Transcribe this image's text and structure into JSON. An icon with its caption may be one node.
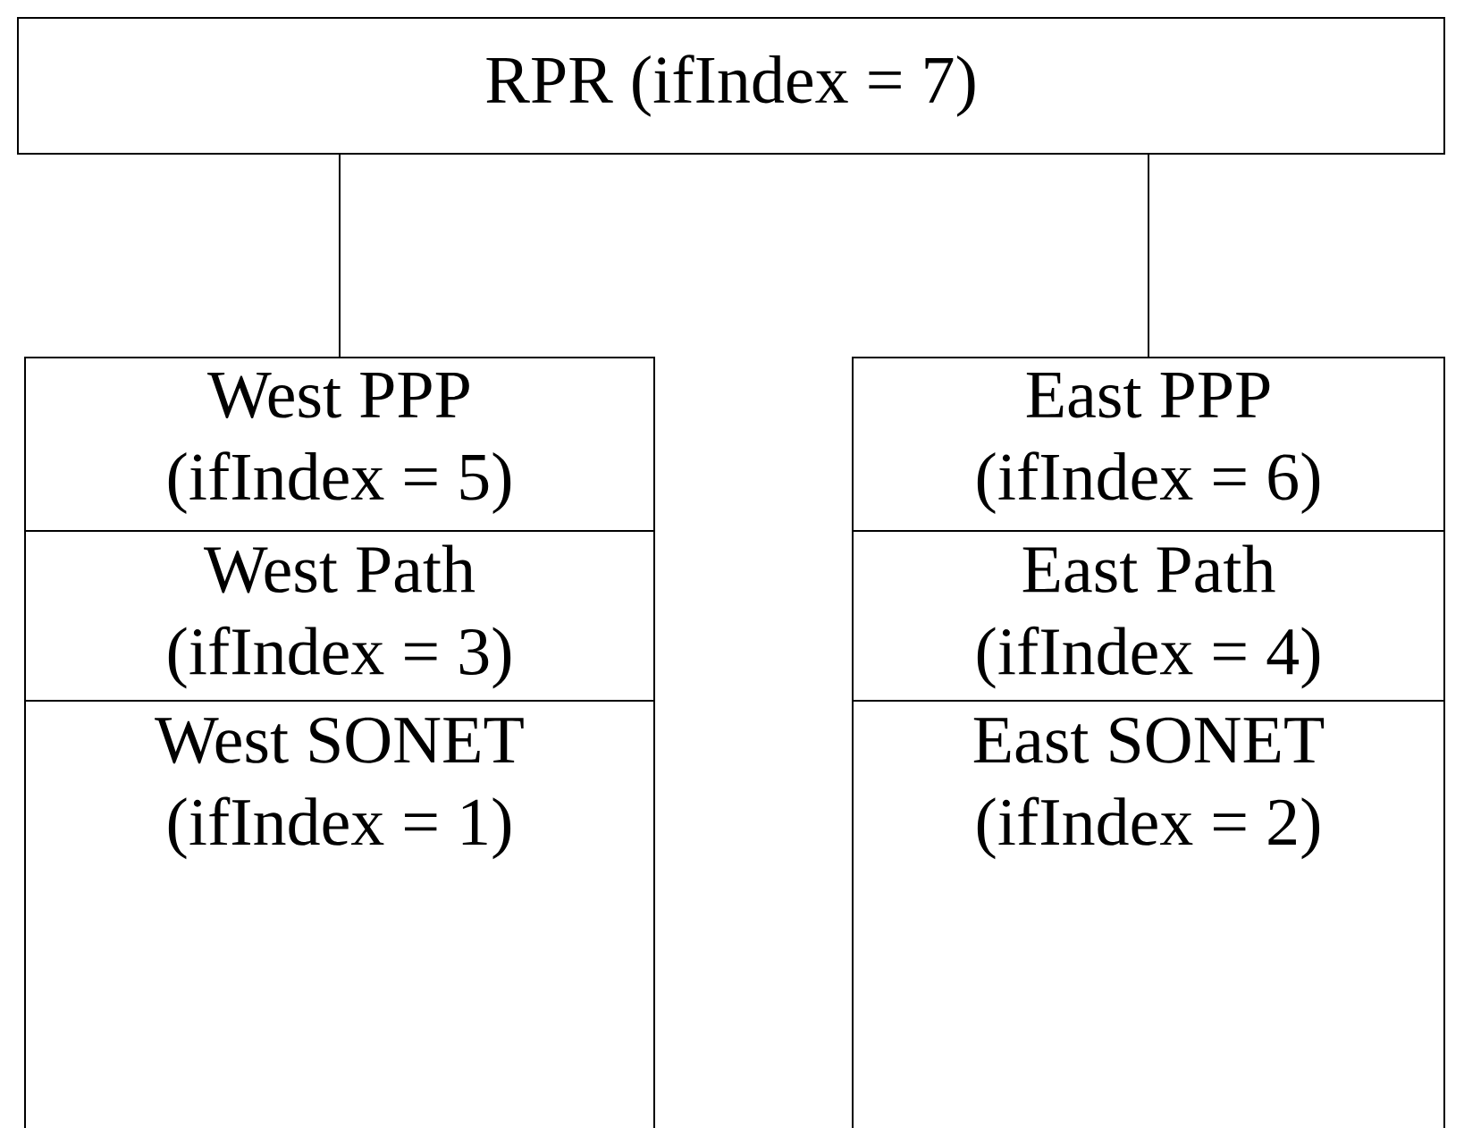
{
  "diagram": {
    "nodes": [
      {
        "text": [
          "RPR (ifIndex = 7)"
        ]
      },
      {
        "text": [
          "West PPP",
          "(ifIndex = 5)"
        ]
      },
      {
        "text": [
          "West Path",
          "(ifIndex = 3)"
        ]
      },
      {
        "text": [
          "West SONET",
          "(ifIndex = 1)"
        ]
      },
      {
        "text": [
          "East PPP",
          "(ifIndex = 6)"
        ]
      },
      {
        "text": [
          "East Path",
          "(ifIndex = 4)"
        ]
      },
      {
        "text": [
          "East SONET",
          "(ifIndex = 2)"
        ]
      }
    ],
    "edges": [
      {
        "from": 0,
        "to": 1,
        "arrow": "none"
      },
      {
        "from": 0,
        "to": 4,
        "arrow": "none"
      }
    ]
  }
}
